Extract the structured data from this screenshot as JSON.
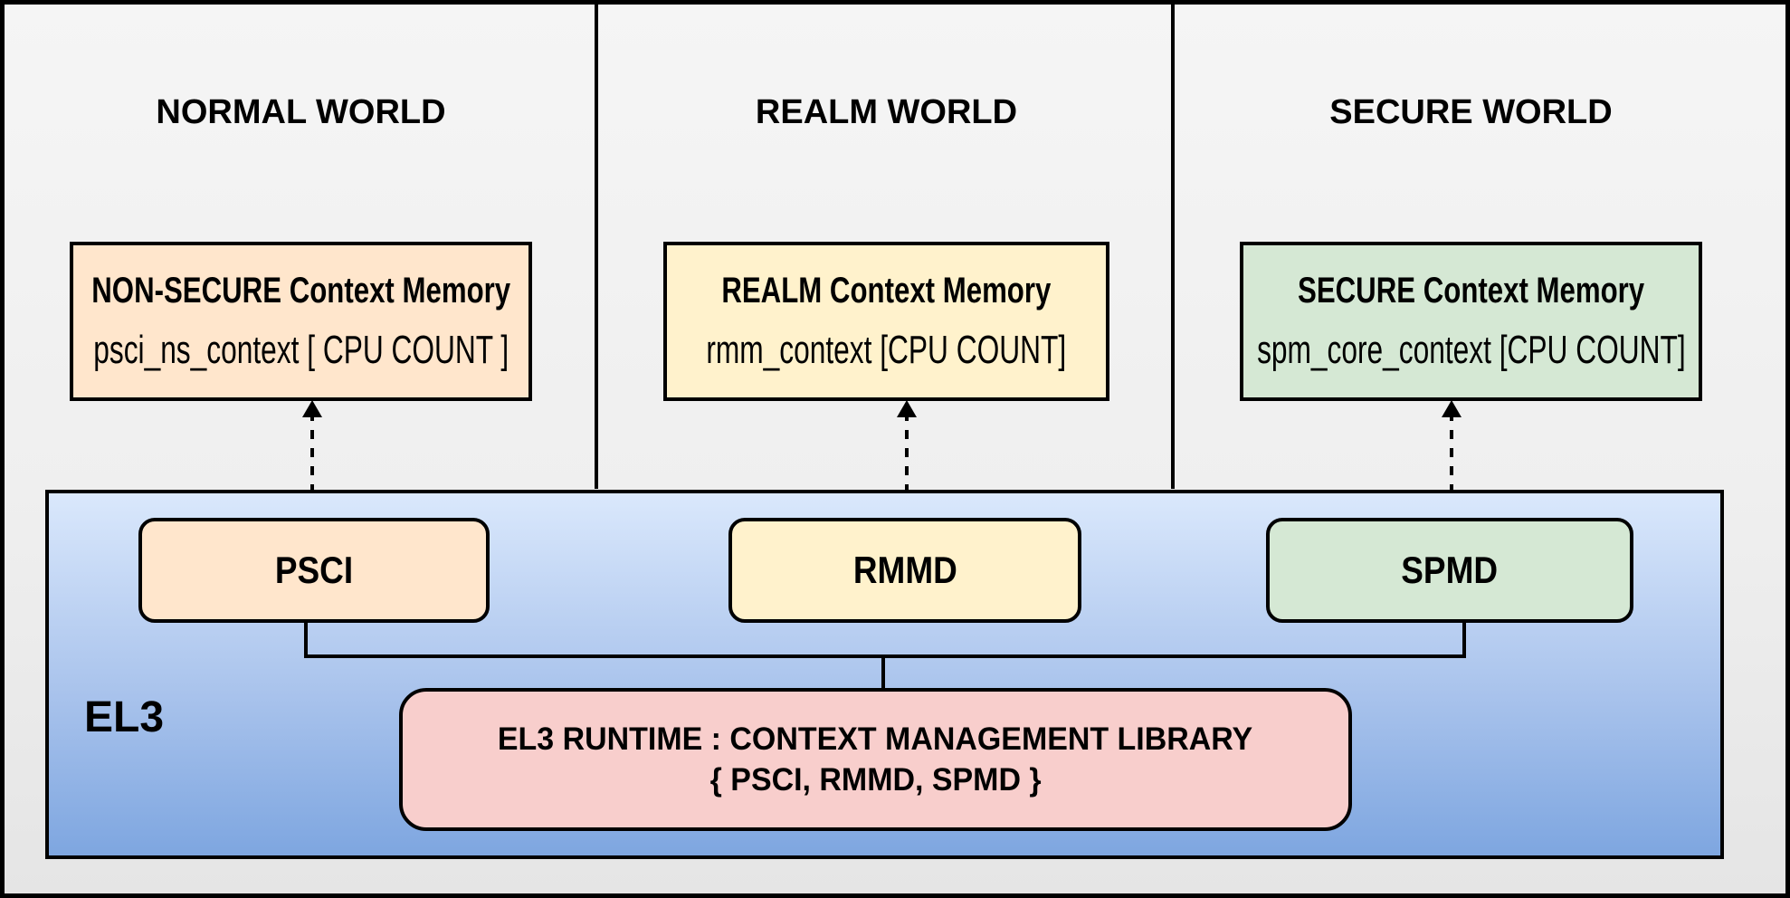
{
  "canvas": {
    "background_top": "#F5F5F5",
    "background_bottom": "#E5E5E5",
    "border_color": "#000000"
  },
  "worlds": [
    {
      "title": "NORMAL WORLD",
      "memory_title": "NON-SECURE Context Memory",
      "memory_detail": "psci_ns_context  [ CPU COUNT ]",
      "module_label": "PSCI",
      "color": "#FFE6CC"
    },
    {
      "title": "REALM WORLD",
      "memory_title": "REALM Context Memory",
      "memory_detail": "rmm_context [CPU COUNT]",
      "module_label": "RMMD",
      "color": "#FFF2CC"
    },
    {
      "title": "SECURE WORLD",
      "memory_title": "SECURE Context Memory",
      "memory_detail": "spm_core_context  [CPU COUNT]",
      "module_label": "SPMD",
      "color": "#D5E8D4"
    }
  ],
  "el3": {
    "label": "EL3",
    "runtime_title": "EL3 RUNTIME : CONTEXT MANAGEMENT LIBRARY",
    "runtime_subtitle": "{ PSCI, RMMD, SPMD }",
    "runtime_color": "#F8CECC",
    "gradient_top": "#DAE8FC",
    "gradient_bottom": "#7EA6E0",
    "line_color": "#000000"
  }
}
